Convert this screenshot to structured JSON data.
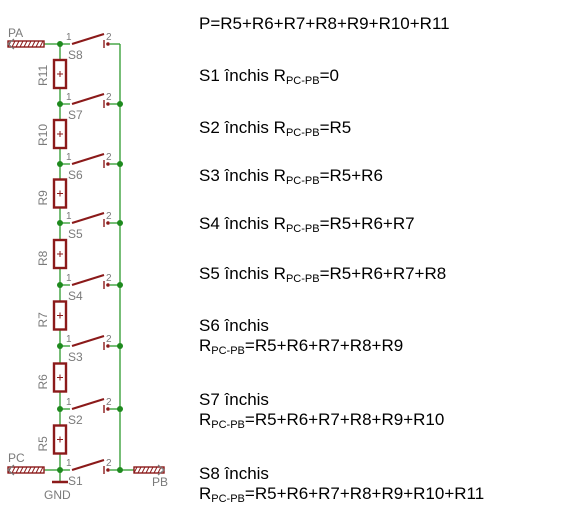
{
  "equations": {
    "total": "P=R5+R6+R7+R8+R9+R10+R11",
    "s1": {
      "switch": "S1 închis",
      "r": "R",
      "sub": "PC-PB",
      "expr": "=0"
    },
    "s2": {
      "switch": "S2 închis",
      "r": "R",
      "sub": "PC-PB",
      "expr": "=R5"
    },
    "s3": {
      "switch": "S3 închis",
      "r": "R",
      "sub": "PC-PB",
      "expr": "=R5+R6"
    },
    "s4": {
      "switch": "S4 închis",
      "r": "R",
      "sub": "PC-PB",
      "expr": "=R5+R6+R7"
    },
    "s5": {
      "switch": "S5 închis",
      "r": "R",
      "sub": "PC-PB",
      "expr": "=R5+R6+R7+R8"
    },
    "s6": {
      "switch": "S6 închis",
      "r": "R",
      "sub": "PC-PB",
      "expr": "=R5+R6+R7+R8+R9"
    },
    "s7": {
      "switch": "S7 închis",
      "r": "R",
      "sub": "PC-PB",
      "expr": "=R5+R6+R7+R8+R9+R10"
    },
    "s8": {
      "switch": "S8 închis",
      "r": "R",
      "sub": "PC-PB",
      "expr": "=R5+R6+R7+R8+R9+R10+R11"
    }
  },
  "schematic": {
    "ports": {
      "pa": "PA",
      "pc": "PC",
      "pb": "PB",
      "gnd": "GND"
    },
    "resistors": [
      "R11",
      "R10",
      "R9",
      "R8",
      "R7",
      "R6",
      "R5"
    ],
    "switches": [
      "S8",
      "S7",
      "S6",
      "S5",
      "S4",
      "S3",
      "S2",
      "S1"
    ],
    "pin1": "1",
    "pin2": "2",
    "colors": {
      "wire": "#2e9a2e",
      "part": "#8b1a1a",
      "junction": "#1e8a1e",
      "label": "#7a7a7a"
    }
  }
}
